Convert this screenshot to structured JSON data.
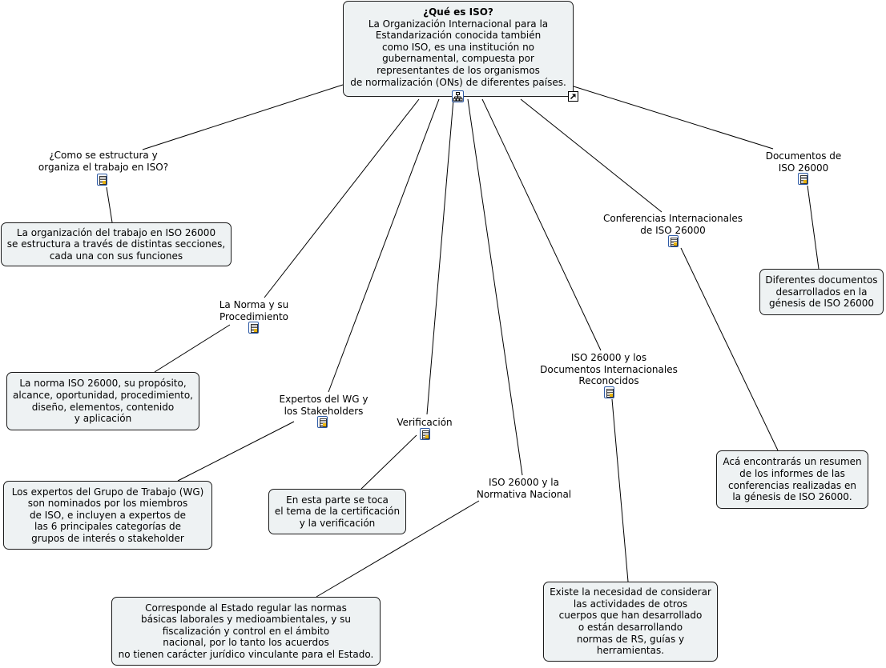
{
  "root": {
    "title": "¿Qué es ISO?",
    "lines": [
      "La Organización Internacional para la",
      "Estandarización conocida también",
      "como ISO, es una institución no",
      "gubernamental, compuesta por",
      "representantes de los organismos",
      "de normalización (ONs) de diferentes países."
    ]
  },
  "topics": [
    {
      "id": "estructura",
      "lines": [
        "¿Como se estructura y",
        "organiza el trabajo en ISO?"
      ]
    },
    {
      "id": "norma",
      "lines": [
        "La Norma y su",
        "Procedimiento"
      ]
    },
    {
      "id": "expertos",
      "lines": [
        "Expertos del WG y",
        "los Stakeholders"
      ]
    },
    {
      "id": "verificacion",
      "lines": [
        "Verificación"
      ]
    },
    {
      "id": "normativa",
      "lines": [
        "ISO 26000 y la",
        "Normativa Nacional"
      ]
    },
    {
      "id": "documentos-intl",
      "lines": [
        "ISO 26000 y los",
        "Documentos Internacionales",
        "Reconocidos"
      ]
    },
    {
      "id": "conferencias",
      "lines": [
        "Conferencias Internacionales",
        "de ISO 26000"
      ]
    },
    {
      "id": "documentos",
      "lines": [
        "Documentos de",
        "ISO 26000"
      ]
    }
  ],
  "details": [
    {
      "id": "estructura",
      "lines": [
        "La organización del trabajo en ISO 26000",
        "se estructura a través de distintas secciones,",
        "cada una con sus funciones"
      ]
    },
    {
      "id": "norma",
      "lines": [
        "La norma ISO 26000, su propósito,",
        "alcance, oportunidad, procedimiento,",
        "diseño, elementos, contenido",
        "y aplicación"
      ]
    },
    {
      "id": "expertos",
      "lines": [
        "Los expertos del Grupo de Trabajo (WG)",
        "son nominados por los miembros",
        "de ISO, e incluyen a expertos de",
        "las 6 principales categorías de",
        "grupos de interés o stakeholder"
      ]
    },
    {
      "id": "verificacion",
      "lines": [
        "En esta parte se toca",
        "el tema de la certificación",
        "y la verificación"
      ]
    },
    {
      "id": "normativa",
      "lines": [
        "Corresponde al Estado regular las normas",
        "básicas laborales y medioambientales, y su",
        "fiscalización y control en el ámbito",
        "nacional, por lo tanto los acuerdos",
        "no tienen carácter jurídico vinculante para el Estado."
      ]
    },
    {
      "id": "documentos-intl",
      "lines": [
        "Existe la necesidad de considerar",
        "las actividades de otros",
        "cuerpos que han desarrollado",
        "o están desarrollando",
        "normas de RS, guías y",
        "herramientas."
      ]
    },
    {
      "id": "conferencias",
      "lines": [
        "Acá encontrarás un resumen",
        "de los informes de las",
        "conferencias realizadas en",
        "la génesis de ISO 26000."
      ]
    },
    {
      "id": "documentos",
      "lines": [
        "Diferentes documentos",
        "desarrollados en la",
        "génesis de ISO 26000"
      ]
    }
  ],
  "icons": {
    "note": "document-note-icon",
    "hierarchy": "hierarchy-icon",
    "link": "shortcut-arrow-icon"
  },
  "colors": {
    "box_fill": "#eef2f3",
    "icon_border": "#2d5aa6",
    "line": "#000000"
  }
}
